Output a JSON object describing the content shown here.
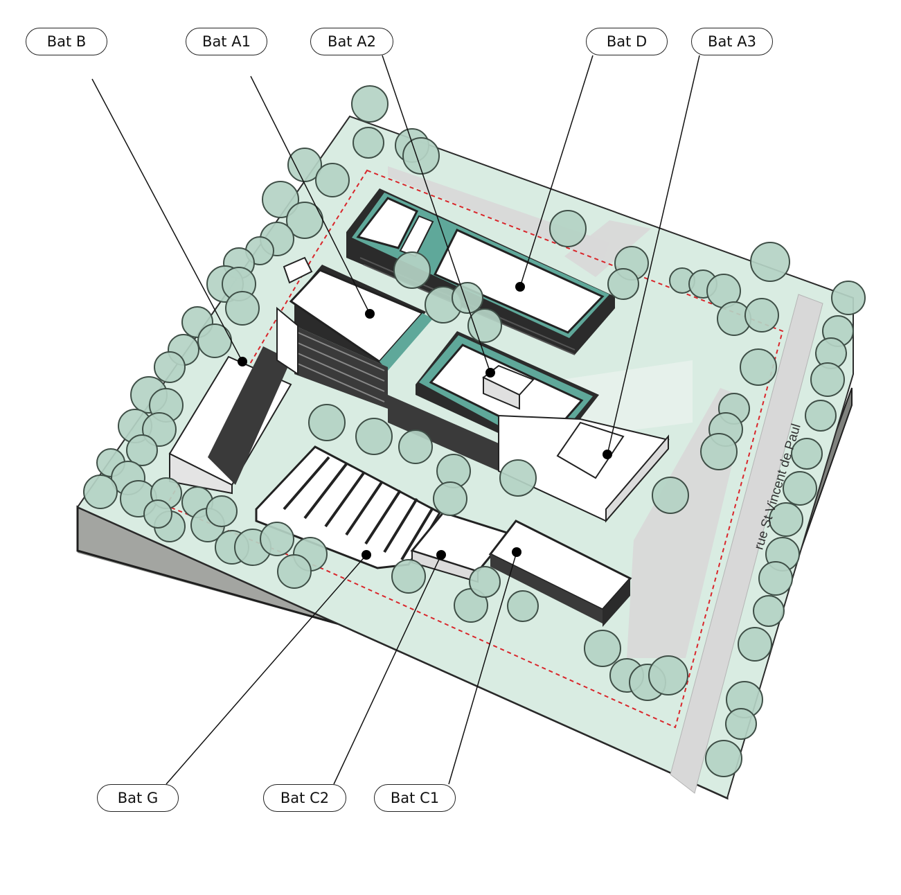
{
  "labels": {
    "bat_b": "Bat B",
    "bat_a1": "Bat A1",
    "bat_a2": "Bat A2",
    "bat_d": "Bat D",
    "bat_a3": "Bat A3",
    "bat_g": "Bat G",
    "bat_c2": "Bat C2",
    "bat_c1": "Bat C1"
  },
  "street": "rue St Vincent de Paul",
  "colors": {
    "ground": "#d9ece2",
    "ground_light": "#e8f3ed",
    "base_side": "#9c9e9a",
    "base_side_dark": "#7f817d",
    "road": "#d8d8d8",
    "tree_fill": "#b4d2c4",
    "tree_stroke": "#3f4f47",
    "roof": "#ffffff",
    "facade_dark": "#2b2b2b",
    "accent_teal": "#5fa89a",
    "boundary": "#d9262b"
  }
}
